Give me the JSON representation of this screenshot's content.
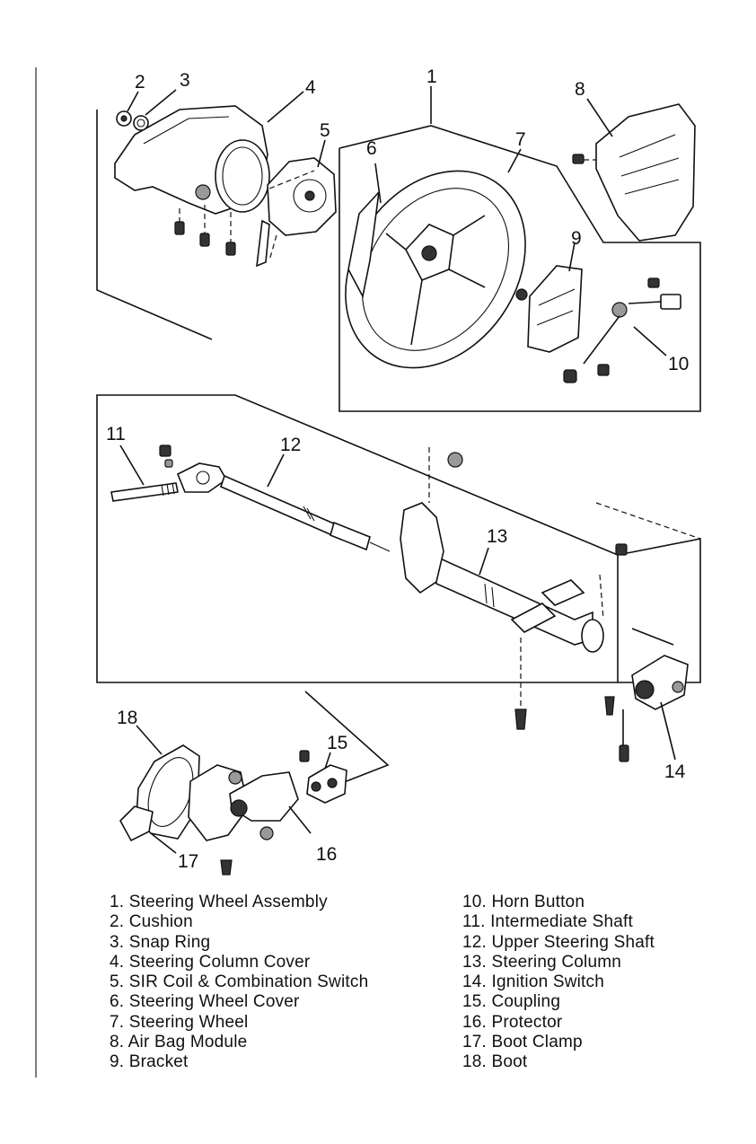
{
  "callouts": [
    "1",
    "2",
    "3",
    "4",
    "5",
    "6",
    "7",
    "8",
    "9",
    "10",
    "11",
    "12",
    "13",
    "14",
    "15",
    "16",
    "17",
    "18"
  ],
  "legend": [
    "1. Steering Wheel Assembly",
    "2. Cushion",
    "3. Snap Ring",
    "4. Steering Column Cover",
    "5. SIR Coil & Combination Switch",
    "6. Steering Wheel Cover",
    "7. Steering Wheel",
    "8. Air Bag Module",
    "9. Bracket",
    "10. Horn Button",
    "11. Intermediate Shaft",
    "12. Upper Steering Shaft",
    "13. Steering Column",
    "14. Ignition Switch",
    "15. Coupling",
    "16. Protector",
    "17. Boot Clamp",
    "18. Boot"
  ]
}
